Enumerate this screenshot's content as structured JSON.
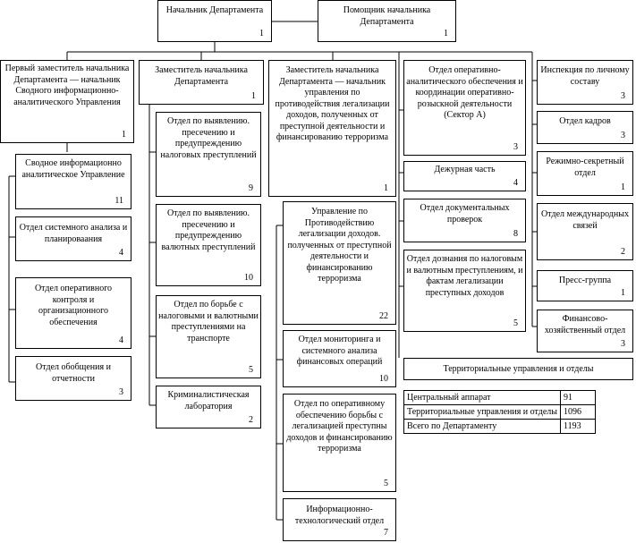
{
  "head": {
    "title": "Начальник Департамента",
    "count": "1"
  },
  "assistant": {
    "title": "Помощник начальника Департамента",
    "count": "1"
  },
  "first_deputy": {
    "title": "Первый  заместитель начальника Департамента — начальник Сводного информационно-аналитического Управления",
    "count": "1"
  },
  "deputy": {
    "title": "Заместитель начальника Департамента",
    "count": "1"
  },
  "deputy_aml": {
    "title": "Заместитель начальника Департамента — начальник управления по противодействия легализации доходов, полученных от преступной деятельности и финансированию терроризма",
    "count": "1"
  },
  "col1": [
    {
      "title": "Сводное информационно аналитическое Управление",
      "count": "11"
    },
    {
      "title": "Отдел системного анализа и планироваания",
      "count": "4"
    },
    {
      "title": "Отдел оперативного контроля и организационного обеспечения",
      "count": "4"
    },
    {
      "title": "Отдел обобщения и отчетности",
      "count": "3"
    }
  ],
  "col2": [
    {
      "title": "Отдел по выявлению. пресечению и предупреждению налоговых преступлений",
      "count": "9"
    },
    {
      "title": "Отдел по выявлению. пресечению и предупреждению валютных преступлений",
      "count": "10"
    },
    {
      "title": "Отдел по борьбе с налоговыми и валютными преступлениями на транспорте",
      "count": "5"
    },
    {
      "title": "Криминалистическая лаборатория",
      "count": "2"
    }
  ],
  "col3": [
    {
      "title": "Управление по Противодействию легализации доходов. полученных от преступной деятельности и финансированию терроризма",
      "count": "22"
    },
    {
      "title": "Отдел мониторинга и системного анализа финансовых операций",
      "count": "10"
    },
    {
      "title": "Отдел по оперативному обеспечению борьбы с легализацией преступны доходов и финансированию терроризма",
      "count": "5"
    },
    {
      "title": "Информационно-технологический отдел",
      "count": "7"
    }
  ],
  "col4": [
    {
      "title": "Отдел оперативно-аналитического обеспечения и координации оперативно-розыскной деятельности (Сектор А)",
      "count": "3"
    },
    {
      "title": "Дежурная часть",
      "count": "4"
    },
    {
      "title": "Отдел документальных проверок",
      "count": "8"
    },
    {
      "title": "Отдел дознания по налоговым и валютным преступлениям, и фактам легализации преступных доходов",
      "count": "5"
    }
  ],
  "col5": [
    {
      "title": "Инспекция по личному составу",
      "count": "3"
    },
    {
      "title": "Отдел кадров",
      "count": "3"
    },
    {
      "title": "Режимно-секретный отдел",
      "count": "1"
    },
    {
      "title": "Отдел международных связей",
      "count": "2"
    },
    {
      "title": "Пресс-группа",
      "count": "1"
    },
    {
      "title": "Финансово-хозяйственный отдел",
      "count": "3"
    }
  ],
  "territorial": {
    "title": "Территориальные управления и отделы"
  },
  "totals": [
    {
      "label": "Центральный аппарат",
      "value": "91"
    },
    {
      "label": "Территориальные управления и отделы",
      "value": "1096"
    },
    {
      "label": "Всего по Департаменту",
      "value": "1193"
    }
  ]
}
